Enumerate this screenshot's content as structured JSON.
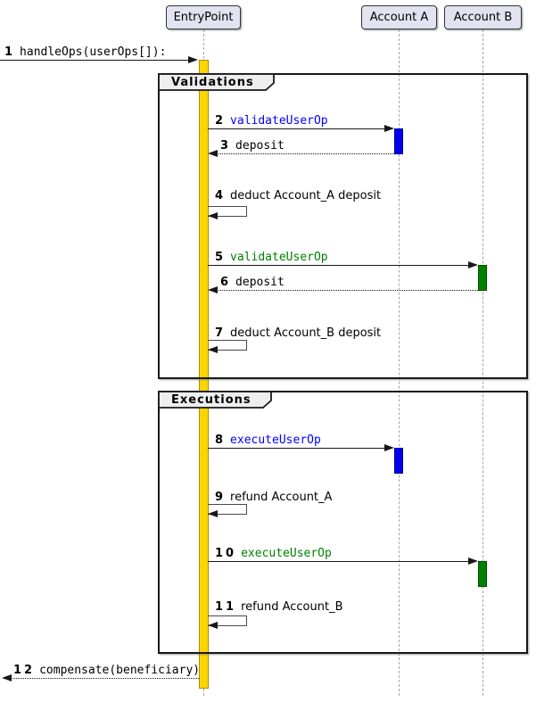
{
  "diagram_type": "uml-sequence",
  "participants": [
    {
      "name": "EntryPoint"
    },
    {
      "name": "Account A"
    },
    {
      "name": "Account B"
    }
  ],
  "frames": [
    {
      "label": "Validations"
    },
    {
      "label": "Executions"
    }
  ],
  "messages": [
    {
      "num": "1",
      "label": "handleOps(userOps[]):",
      "from": "caller",
      "to": "EntryPoint",
      "style": "solid",
      "label_color": "black"
    },
    {
      "num": "2",
      "label": "validateUserOp",
      "from": "EntryPoint",
      "to": "Account A",
      "style": "solid",
      "label_color": "blue"
    },
    {
      "num": "3",
      "label": "deposit",
      "from": "Account A",
      "to": "EntryPoint",
      "style": "dotted",
      "label_color": "black"
    },
    {
      "num": "4",
      "label": "deduct Account_A deposit",
      "from": "EntryPoint",
      "to": "EntryPoint",
      "style": "self",
      "label_color": "black"
    },
    {
      "num": "5",
      "label": "validateUserOp",
      "from": "EntryPoint",
      "to": "Account B",
      "style": "solid",
      "label_color": "green"
    },
    {
      "num": "6",
      "label": "deposit",
      "from": "Account B",
      "to": "EntryPoint",
      "style": "dotted",
      "label_color": "black"
    },
    {
      "num": "7",
      "label": "deduct Account_B deposit",
      "from": "EntryPoint",
      "to": "EntryPoint",
      "style": "self",
      "label_color": "black"
    },
    {
      "num": "8",
      "label": "executeUserOp",
      "from": "EntryPoint",
      "to": "Account A",
      "style": "solid",
      "label_color": "blue"
    },
    {
      "num": "9",
      "label": "refund Account_A",
      "from": "EntryPoint",
      "to": "EntryPoint",
      "style": "self",
      "label_color": "black"
    },
    {
      "num": "10",
      "label": "executeUserOp",
      "from": "EntryPoint",
      "to": "Account B",
      "style": "solid",
      "label_color": "green"
    },
    {
      "num": "11",
      "label": "refund Account_B",
      "from": "EntryPoint",
      "to": "EntryPoint",
      "style": "self",
      "label_color": "black"
    },
    {
      "num": "12",
      "label": "compensate(beneficiary)",
      "from": "EntryPoint",
      "to": "caller",
      "style": "dotted",
      "label_color": "black"
    }
  ],
  "colors": {
    "participant_fill": "#E2E2F0",
    "frame_tab_fill": "#EEEEEE",
    "frame_border": "#181818",
    "lifeline": "#A6A6A6",
    "activation_gold": "#FBD500",
    "activation_blue": "#0000F0",
    "activation_green": "#008000",
    "label_blue": "#0000FF",
    "label_green": "#008000"
  }
}
